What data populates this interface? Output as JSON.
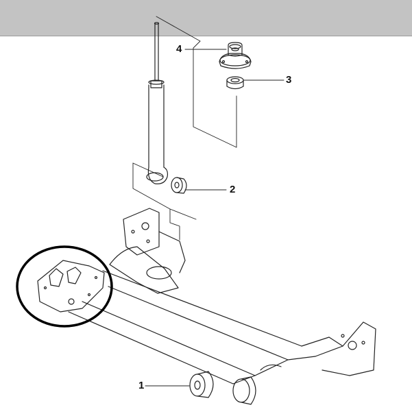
{
  "callouts": [
    {
      "id": "1",
      "label": "1",
      "part": "rear-axle-bushing"
    },
    {
      "id": "2",
      "label": "2",
      "part": "shock-lower-bushing"
    },
    {
      "id": "3",
      "label": "3",
      "part": "strut-mount-bearing"
    },
    {
      "id": "4",
      "label": "4",
      "part": "top-mount"
    }
  ],
  "colors": {
    "header": "#c3c3c3",
    "line": "#222222",
    "highlight": "#000000"
  }
}
